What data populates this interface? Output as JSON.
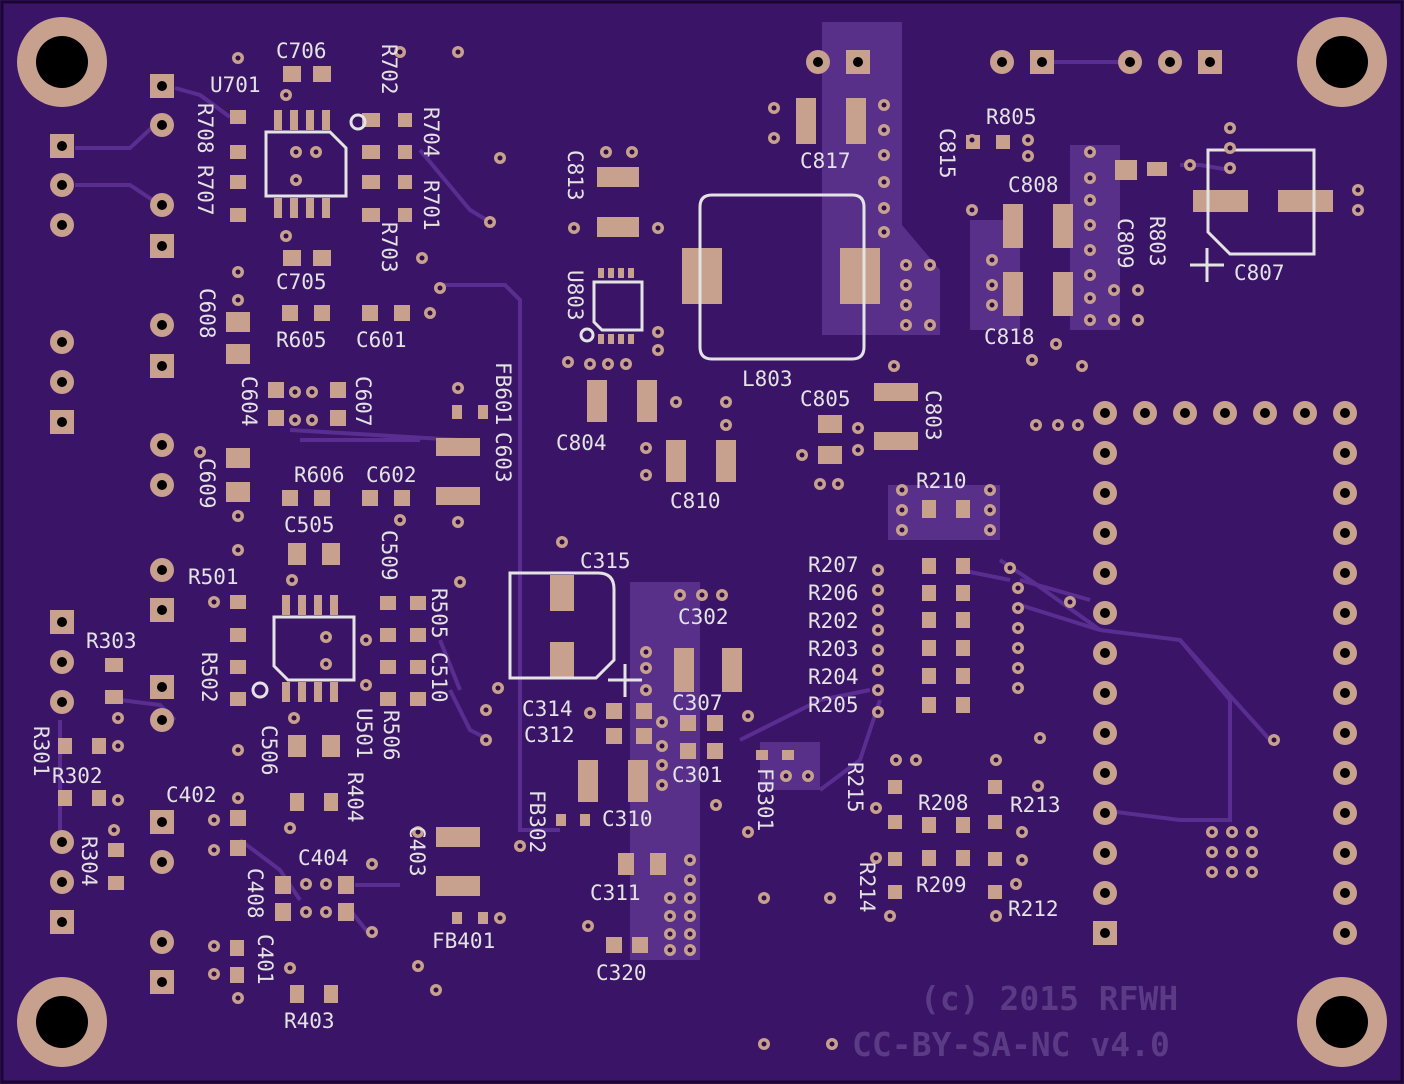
{
  "board": {
    "background": "#3a1466",
    "copper_color": "#c7a08e",
    "silkscreen_color": "#e3e3e3"
  },
  "labels": {
    "C706": "C706",
    "U701": "U701",
    "R702": "R702",
    "R708": "R708",
    "R707": "R707",
    "R704": "R704",
    "R701": "R701",
    "R703": "R703",
    "C705": "C705",
    "C608": "C608",
    "R605": "R605",
    "C601": "C601",
    "C604": "C604",
    "C607": "C607",
    "FB601": "FB601",
    "C603": "C603",
    "C609": "C609",
    "R606": "R606",
    "C602": "C602",
    "C505": "C505",
    "C509": "C509",
    "R501": "R501",
    "R505": "R505",
    "C510": "C510",
    "R502": "R502",
    "U501": "U501",
    "R506": "R506",
    "C506": "C506",
    "R303": "R303",
    "R301": "R301",
    "R302": "R302",
    "R304": "R304",
    "C402": "C402",
    "R404": "R404",
    "C404": "C404",
    "C403": "C403",
    "C408": "C408",
    "C401": "C401",
    "R403": "R403",
    "FB401": "FB401",
    "C813": "C813",
    "U803": "U803",
    "C817": "C817",
    "L803": "L803",
    "C804": "C804",
    "C810": "C810",
    "C805": "C805",
    "C803": "C803",
    "C815": "C815",
    "R805": "R805",
    "C808": "C808",
    "C809": "C809",
    "R803": "R803",
    "C807": "C807",
    "C818": "C818",
    "C315": "C315",
    "C302": "C302",
    "C314": "C314",
    "C312": "C312",
    "C307": "C307",
    "C301": "C301",
    "FB301": "FB301",
    "FB302": "FB302",
    "C310": "C310",
    "C311": "C311",
    "C320": "C320",
    "R210": "R210",
    "R207": "R207",
    "R206": "R206",
    "R202": "R202",
    "R203": "R203",
    "R204": "R204",
    "R205": "R205",
    "R215": "R215",
    "R208": "R208",
    "R213": "R213",
    "R209": "R209",
    "R212": "R212",
    "R214": "R214"
  },
  "copyright": {
    "line1": "(c) 2015 RFWH",
    "line2": "CC-BY-SA-NC v4.0"
  }
}
